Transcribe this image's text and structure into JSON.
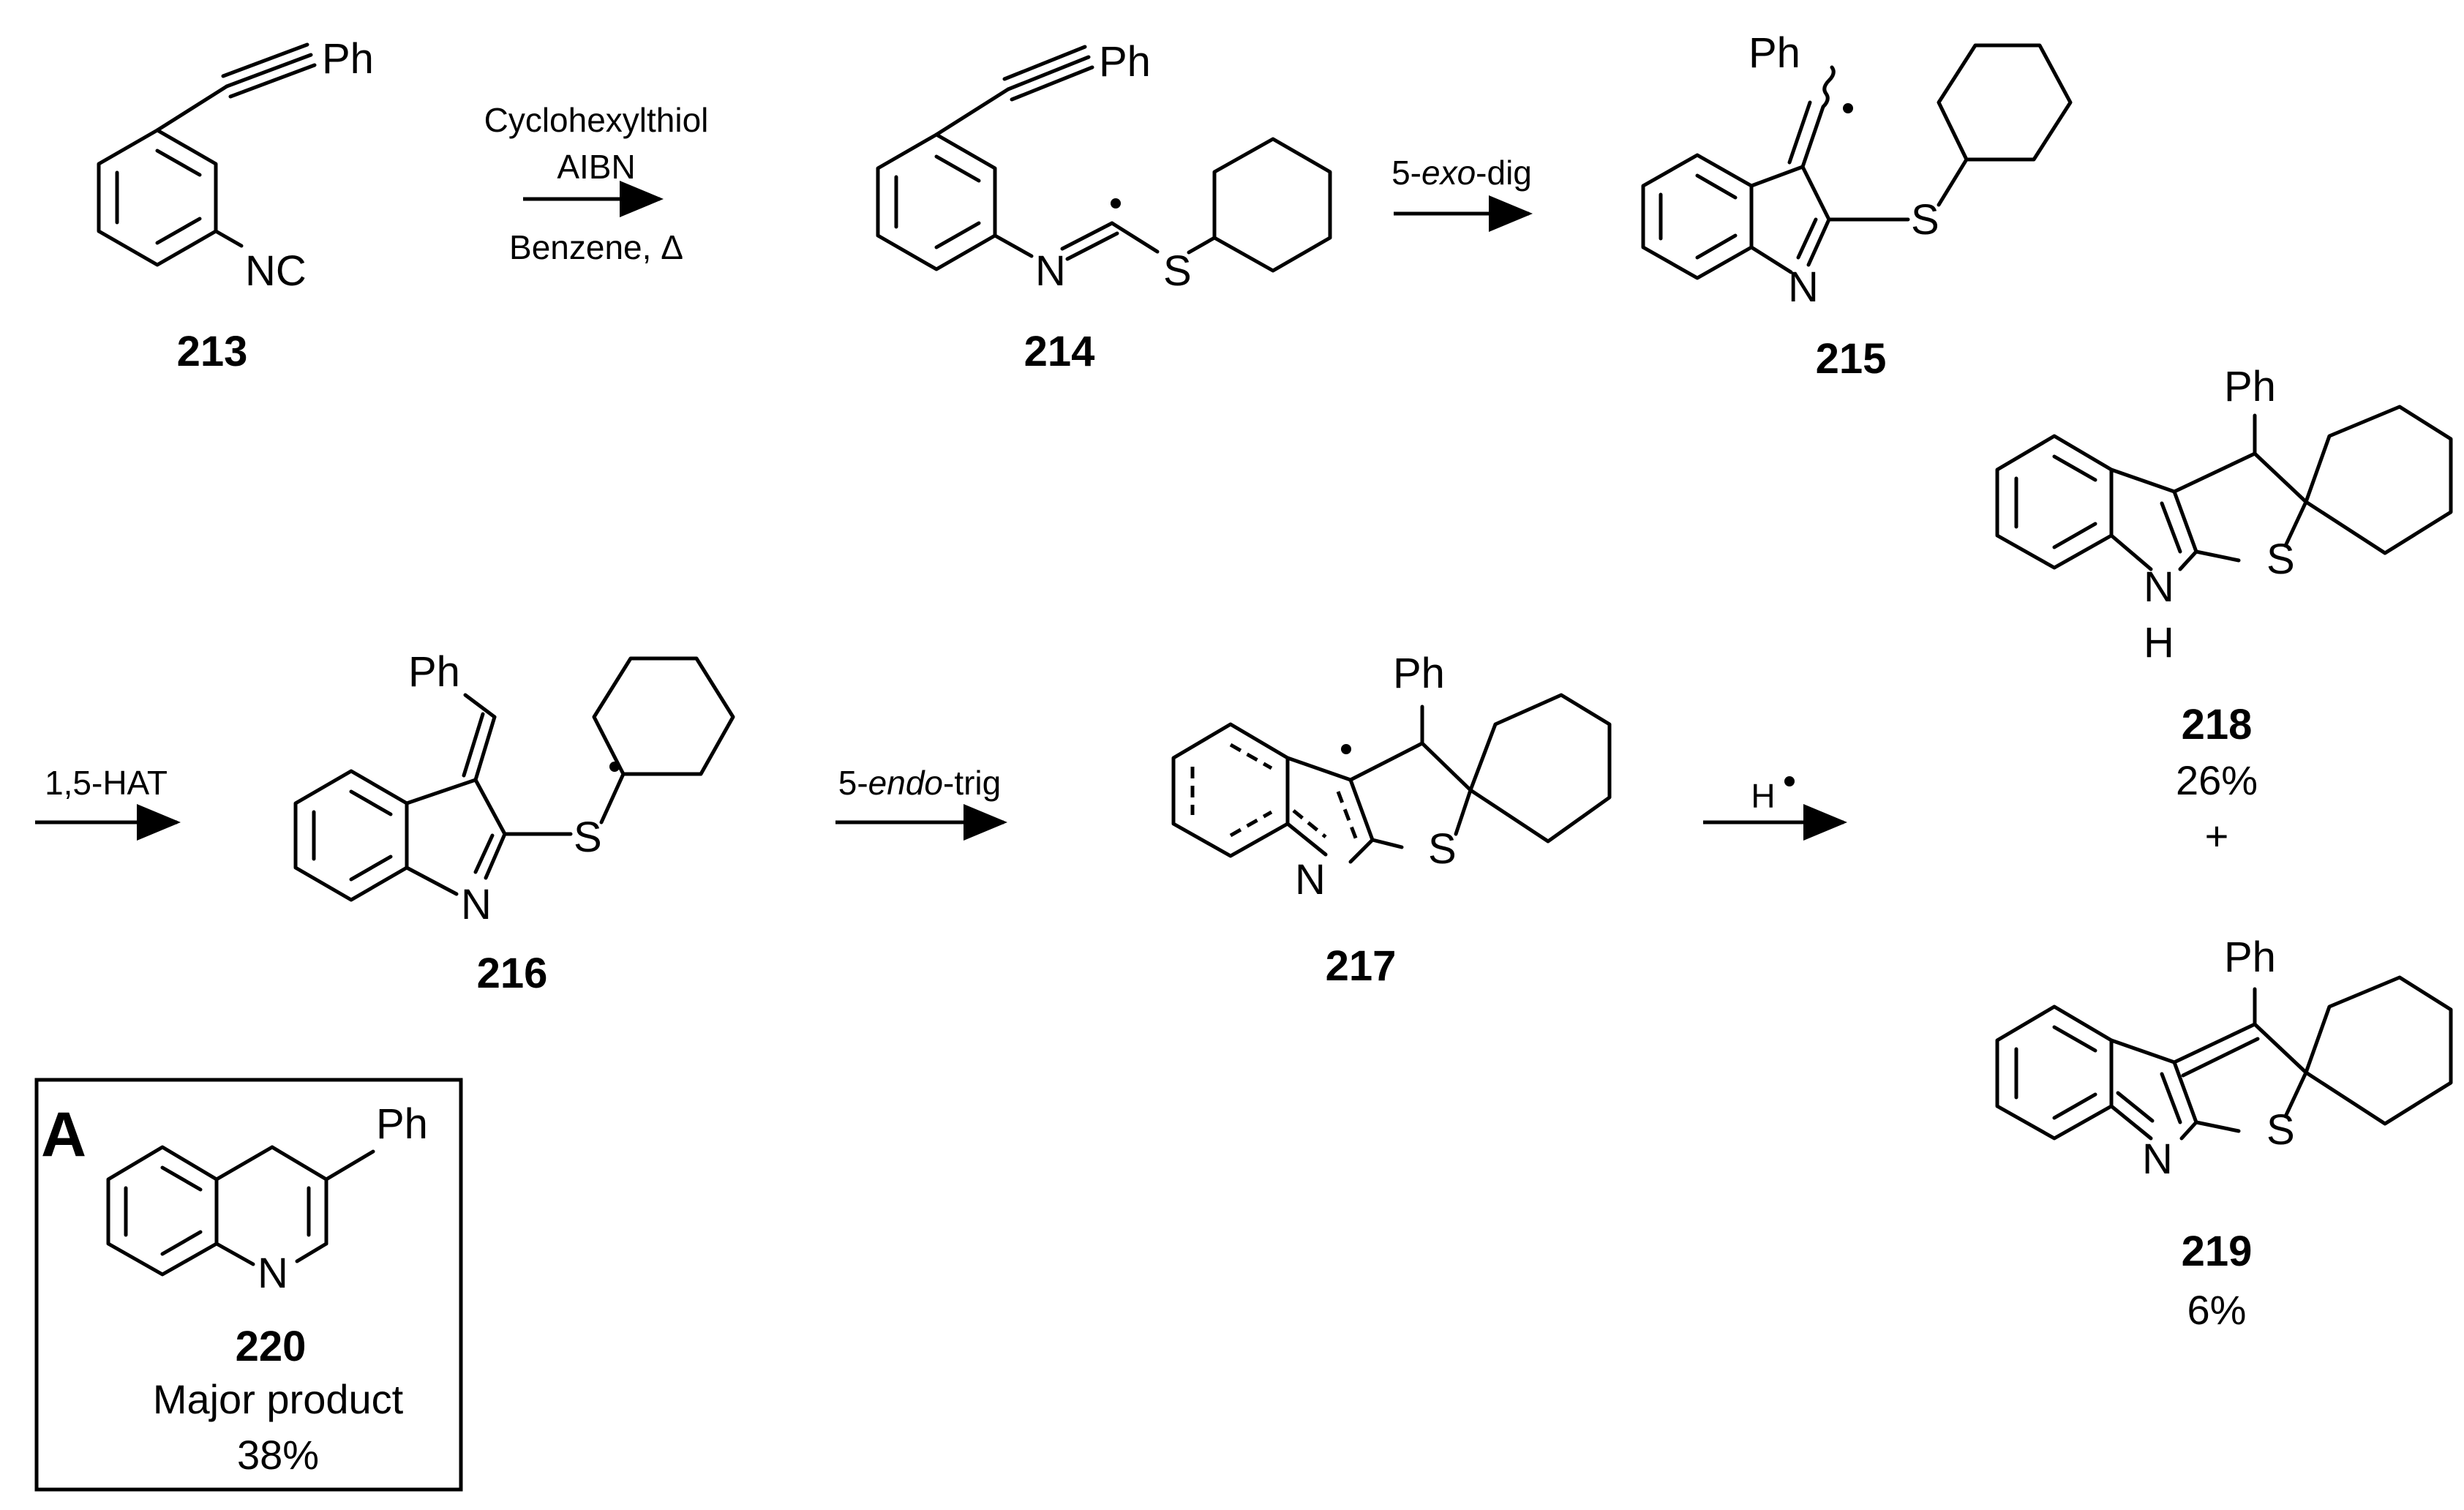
{
  "compounds": {
    "c213": {
      "label": "213",
      "ph": "Ph",
      "nc": "NC"
    },
    "c214": {
      "label": "214",
      "ph": "Ph",
      "n": "N",
      "s": "S"
    },
    "c215": {
      "label": "215",
      "ph": "Ph",
      "n": "N",
      "s": "S"
    },
    "c216": {
      "label": "216",
      "ph": "Ph",
      "n": "N",
      "s": "S"
    },
    "c217": {
      "label": "217",
      "ph": "Ph",
      "n": "N",
      "s": "S"
    },
    "c218": {
      "label": "218",
      "yield": "26%",
      "ph": "Ph",
      "n": "N",
      "h": "H",
      "s": "S"
    },
    "c219": {
      "label": "219",
      "yield": "6%",
      "ph": "Ph",
      "n": "N",
      "s": "S"
    },
    "c220": {
      "label": "220",
      "note": "Major product",
      "yield": "38%",
      "ph": "Ph",
      "n": "N"
    }
  },
  "plus": "+",
  "box_label": "A",
  "steps": {
    "s1_reagent": "Cyclohexylthiol",
    "s1_initiator": "AIBN",
    "s1_conditions": "Benzene, Δ",
    "s2_prefix": "5-",
    "s2_italic": "exo",
    "s2_suffix": "-dig",
    "s3": "1,5-HAT",
    "s4_prefix": "5-",
    "s4_italic": "endo",
    "s4_suffix": "-trig",
    "s5": "H"
  }
}
